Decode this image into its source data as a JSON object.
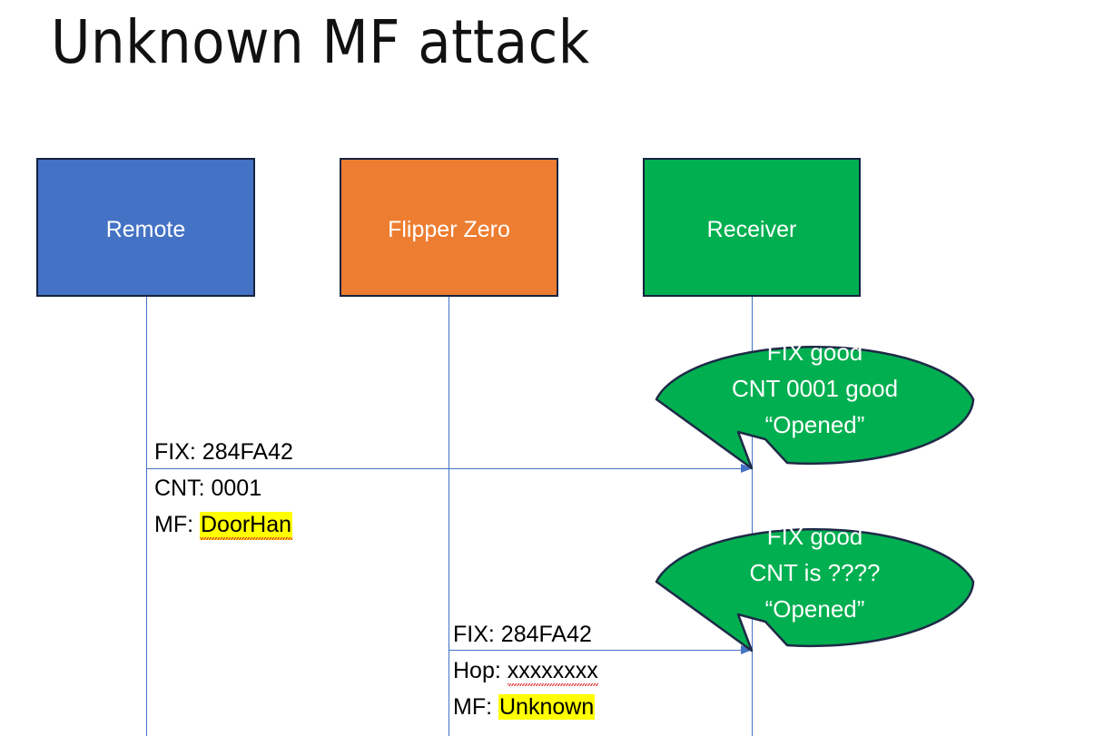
{
  "slide": {
    "title": "Unknown MF attack",
    "background_color": "#FFFFFF"
  },
  "colors": {
    "remote_box": "#4472C4",
    "flipper_box": "#ED7D31",
    "receiver_box": "#00AF50",
    "box_border": "#15233F",
    "lifeline": "#4472C4",
    "arrow": "#4472C4",
    "bubble_fill": "#00AF50",
    "bubble_border": "#1F2A47",
    "highlight": "#FFFF00",
    "spellcheck_underline": "#E03131",
    "text_dark": "#000000",
    "text_light": "#FFFFFF"
  },
  "actors": [
    {
      "name": "remote",
      "label": "Remote"
    },
    {
      "name": "flipper",
      "label": "Flipper Zero"
    },
    {
      "name": "receiver",
      "label": "Receiver"
    }
  ],
  "messages": [
    {
      "name": "remote-to-receiver",
      "from": "remote",
      "to": "receiver",
      "lines": [
        {
          "prefix": "FIX: ",
          "value": "284FA42",
          "highlight": false,
          "spellcheck": false
        },
        {
          "prefix": "CNT: ",
          "value": "0001",
          "highlight": false,
          "spellcheck": false
        },
        {
          "prefix": "MF: ",
          "value": "DoorHan",
          "highlight": true,
          "spellcheck": true
        }
      ]
    },
    {
      "name": "flipper-to-receiver",
      "from": "flipper",
      "to": "receiver",
      "lines": [
        {
          "prefix": "FIX: ",
          "value": "284FA42",
          "highlight": false,
          "spellcheck": false
        },
        {
          "prefix": "Hop: ",
          "value": "xxxxxxxx",
          "highlight": false,
          "spellcheck": true
        },
        {
          "prefix": "MF: ",
          "value": "Unknown",
          "highlight": true,
          "spellcheck": false
        }
      ]
    }
  ],
  "callouts": [
    {
      "name": "receiver-response-1",
      "lines": [
        "FIX good",
        "CNT 0001 good",
        "“Opened”"
      ]
    },
    {
      "name": "receiver-response-2",
      "lines": [
        "FIX good",
        "CNT is ????",
        "“Opened”"
      ]
    }
  ]
}
